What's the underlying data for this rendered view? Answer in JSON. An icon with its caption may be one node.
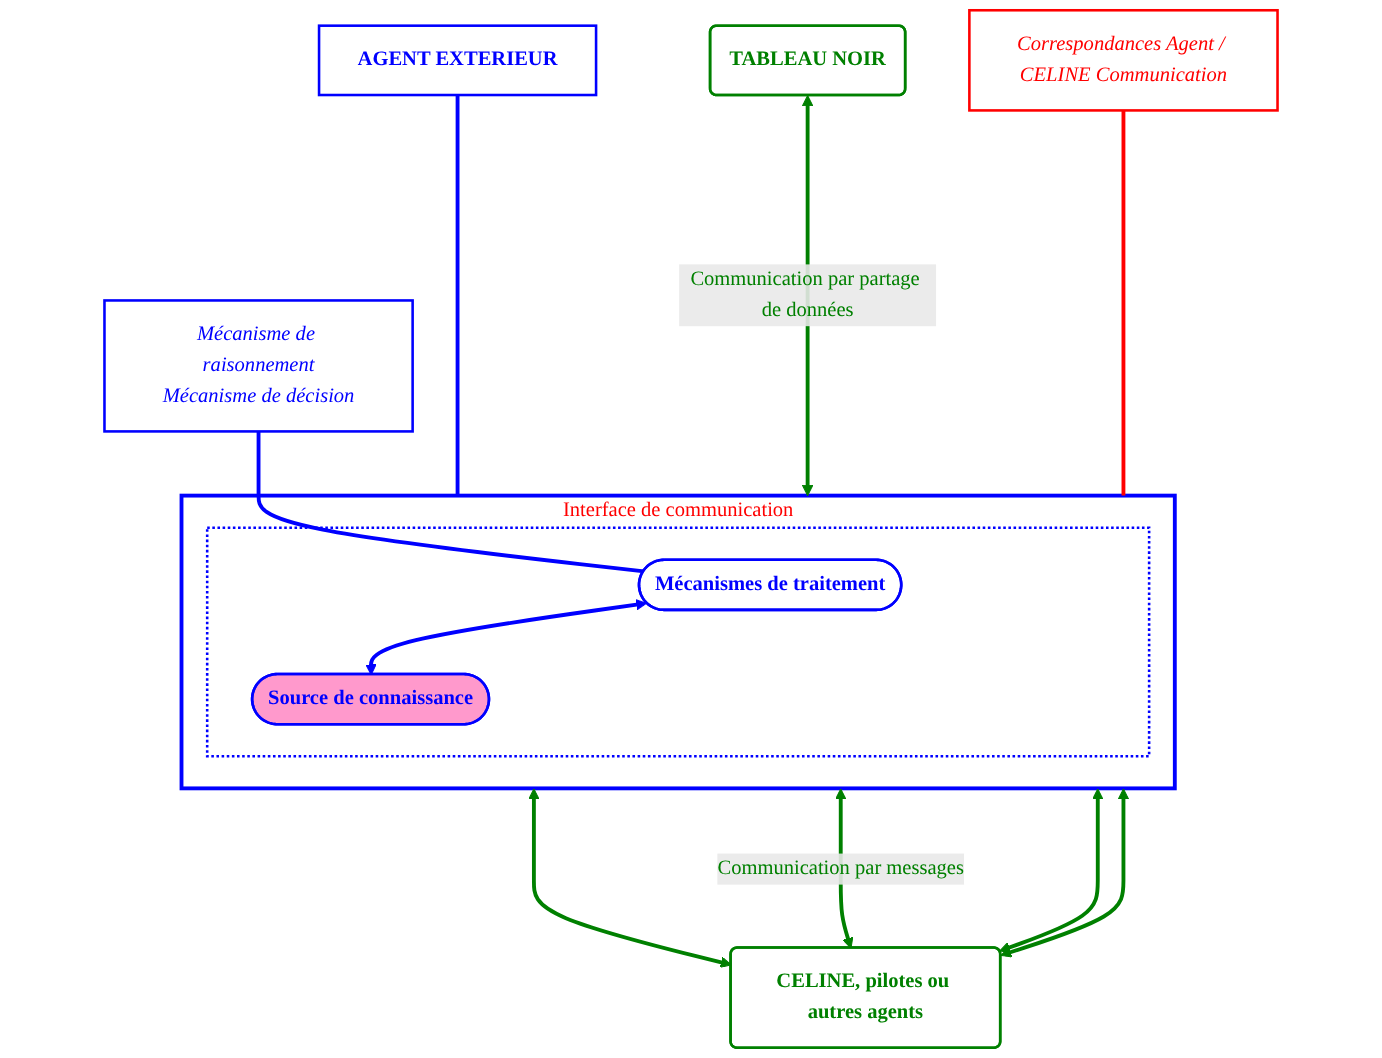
{
  "diagram": {
    "nodes": [
      {
        "text": [
          "Mécanisme de raisonnement",
          "Mécanisme de décision"
        ]
      },
      {
        "text": [
          "AGENT EXTERIEUR"
        ]
      },
      {
        "text": [
          "TABLEAU NOIR"
        ]
      },
      {
        "text": [
          "Interface de communication"
        ]
      },
      {
        "text": [],
        "shape": "box",
        "in": 3
      },
      {
        "text": [
          "Mécanismes de traitement"
        ],
        "in": 4
      },
      {
        "text": [
          "Source de connaissance"
        ],
        "in": 4
      },
      {
        "text": [
          "Correspondances Agent / CELINE Communication"
        ]
      },
      {
        "text": [
          "CELINE, pilotes ou autres agents"
        ]
      }
    ],
    "edges": [
      {
        "from": 0,
        "to": 5,
        "arrow": "none",
        "color": "#0000ff"
      },
      {
        "from": 1,
        "to": 3,
        "arrow": "none",
        "color": "#0000ff"
      },
      {
        "from": 2,
        "to": 3,
        "arrow": "both",
        "label": "Communication par partage de données"
      },
      {
        "from": 5,
        "to": 6,
        "arrow": "both",
        "color": "#0000ff"
      },
      {
        "from": 7,
        "to": 3,
        "arrow": "none",
        "color": "#ff0000"
      },
      {
        "from": 3,
        "to": 8,
        "arrow": "both"
      },
      {
        "from": 3,
        "to": 8,
        "arrow": "both",
        "label": "Communication par messages"
      },
      {
        "from": 3,
        "to": 8,
        "arrow": "both"
      },
      {
        "from": 3,
        "to": 8,
        "arrow": "both"
      }
    ]
  }
}
